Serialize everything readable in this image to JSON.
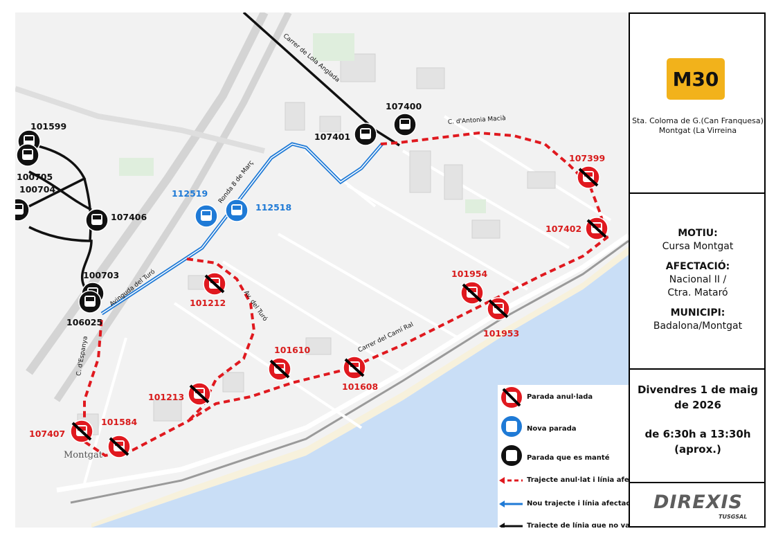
{
  "route": {
    "code": "M30",
    "origin": "Sta. Coloma de G.(Can Franquesa)",
    "destination": "Montgat (La Virreina",
    "badge_color": "#f2b21b"
  },
  "info": {
    "motiu_label": "MOTIU:",
    "motiu_value": "Cursa Montgat",
    "afectacio_label": "AFECTACIÓ:",
    "afectacio_value_1": "Nacional II /",
    "afectacio_value_2": "Ctra. Mataró",
    "municipi_label": "MUNICIPI:",
    "municipi_value": "Badalona/Montgat"
  },
  "date": {
    "line1": "Divendres 1 de maig",
    "line2": "de 2026",
    "line3": "de 6:30h a 13:30h",
    "line4": "(aprox.)"
  },
  "logo": {
    "text": "DIREXIS",
    "sub": "TUSGSAL"
  },
  "legend": {
    "cancelled_stop": "Parada anul·lada",
    "new_stop": "Nova parada",
    "kept_stop": "Parada que es manté",
    "cancelled_route": "Trajecte anul·lat i línia afectada",
    "new_route": "Nou trajecte i línia afectada",
    "unchanged_route": "Trajecte de línia que no varia"
  },
  "colors": {
    "cancelled": "#e0191f",
    "new": "#1f7ad6",
    "kept": "#111111",
    "sea": "#c9def6",
    "land": "#f2f2f2"
  },
  "stops": {
    "s107400": "107400",
    "s107401": "107401",
    "s107399": "107399",
    "s107402": "107402",
    "s101954": "101954",
    "s101953": "101953",
    "s101610": "101610",
    "s101608": "101608",
    "s101212": "101212",
    "s101213": "101213",
    "s101584": "101584",
    "s107407": "107407",
    "s100703": "100703",
    "s106025": "106025",
    "s112519": "112519",
    "s112518": "112518",
    "s101599": "101599",
    "s100705": "100705",
    "s100704": "100704",
    "s107406": "107406"
  },
  "streets": {
    "lola_anglada": "Carrer de Lola Anglada",
    "antonia_macia": "C. d'Antonia Macià",
    "ronda_8_marc": "Ronda 8 de Març",
    "avinguda_turo": "Avinguda del Turó",
    "av_turo": "Av. del Turó",
    "cami_ral": "Carrer del Camí Ral",
    "espanya": "C. d'Espanya"
  },
  "town": "Montgat"
}
